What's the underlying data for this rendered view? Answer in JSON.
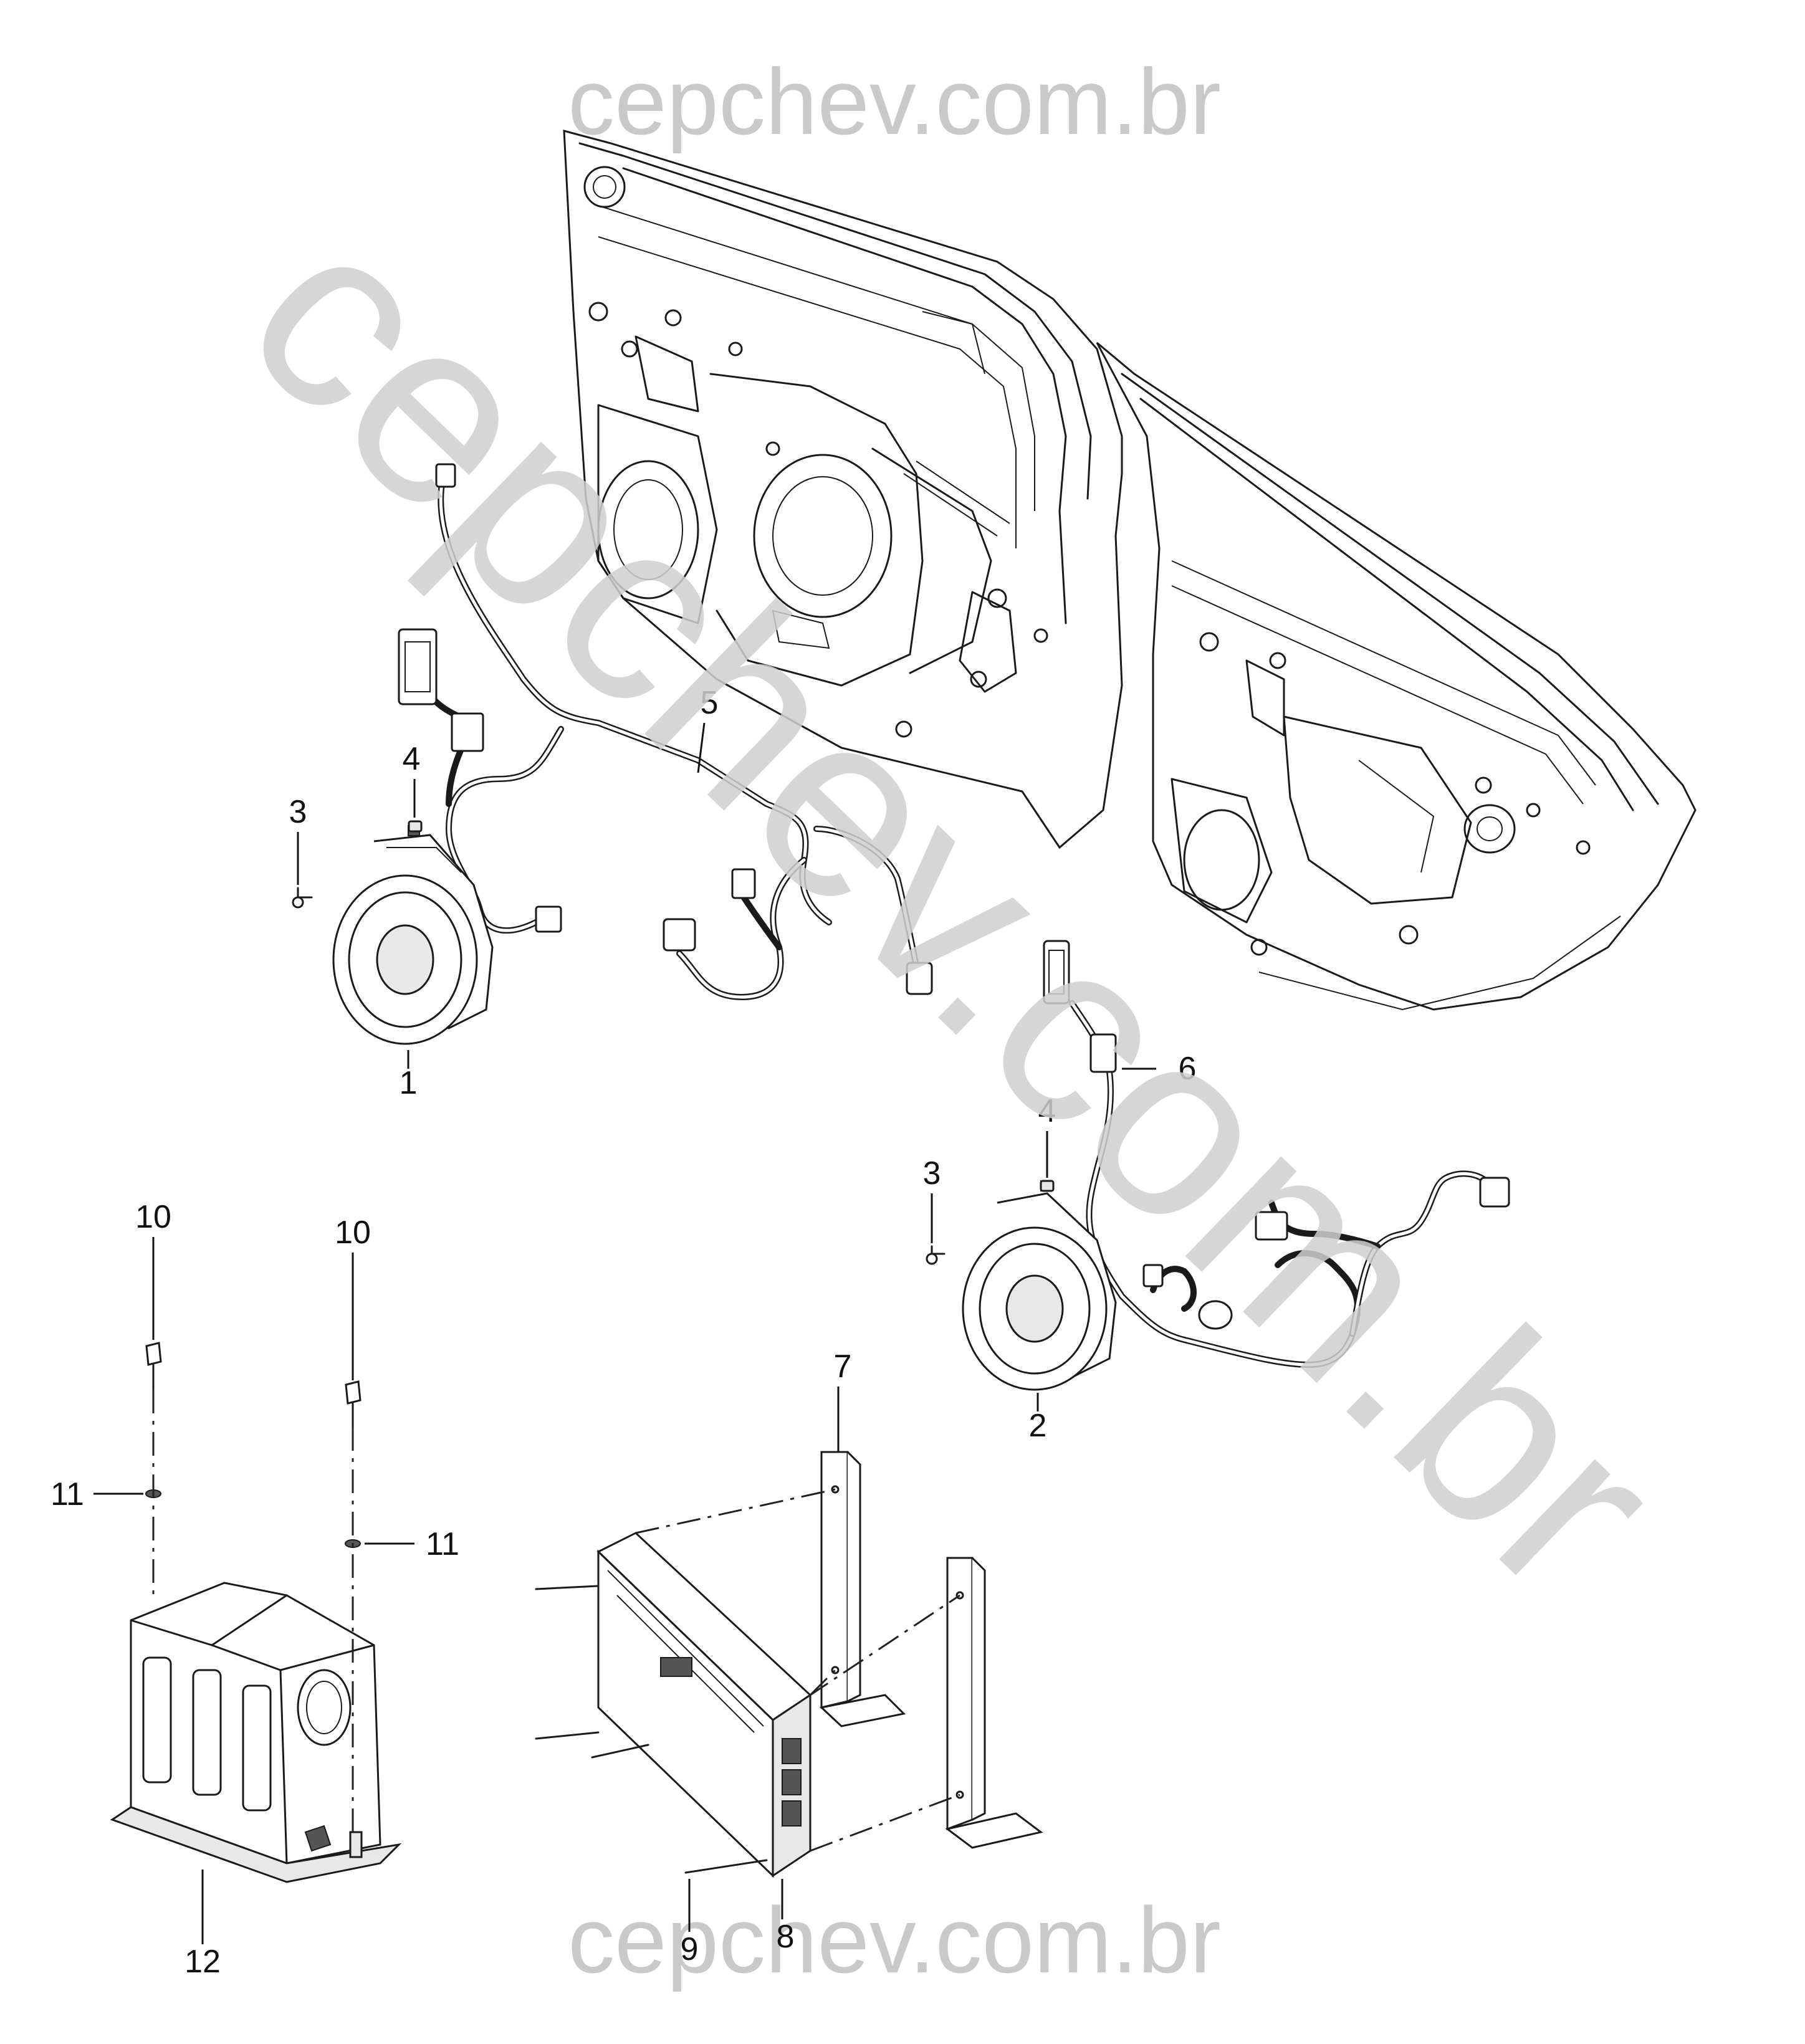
{
  "watermarks": {
    "top": "cepchev.com.br",
    "bottom": "cepchev.com.br",
    "diagonal": "cepchev.com.br"
  },
  "callouts": {
    "c1": "1",
    "c2": "2",
    "c3a": "3",
    "c3b": "3",
    "c4a": "4",
    "c4b": "4",
    "c5": "5",
    "c6": "6",
    "c7": "7",
    "c8": "8",
    "c9": "9",
    "c10a": "10",
    "c10b": "10",
    "c11a": "11",
    "c11b": "11",
    "c12": "12"
  }
}
